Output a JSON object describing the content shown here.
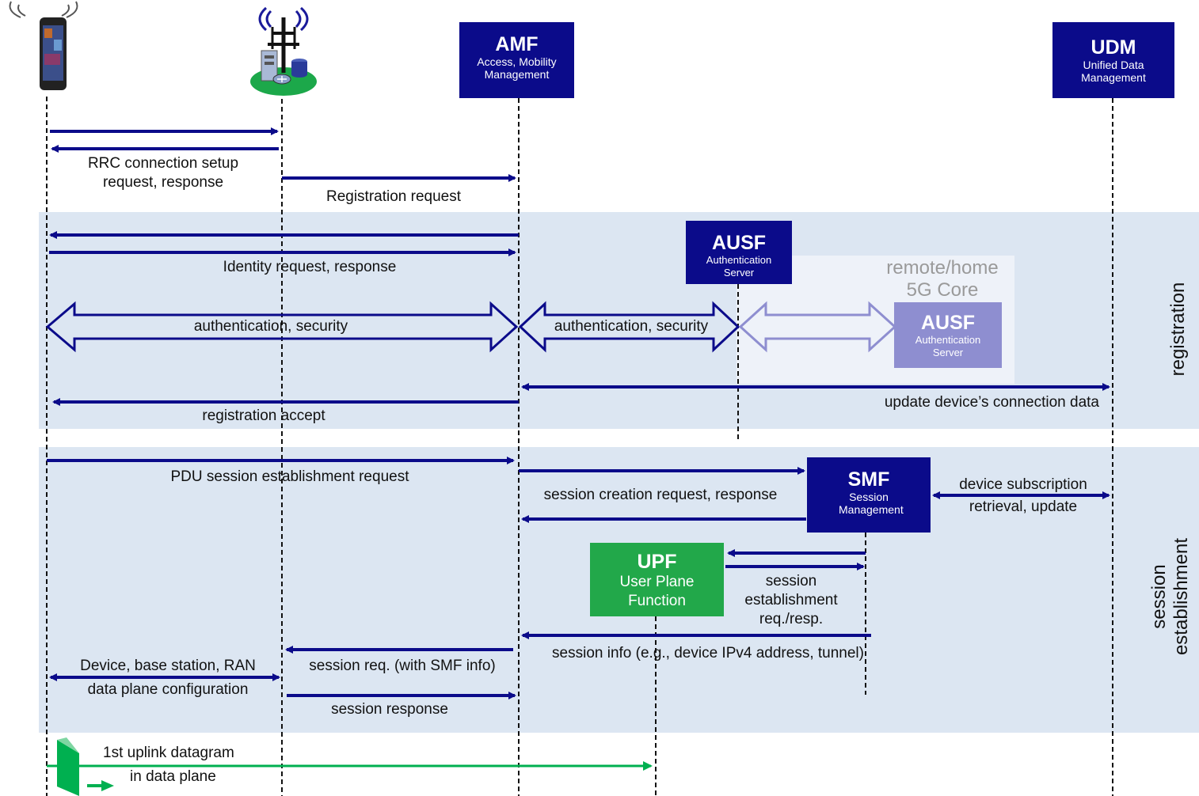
{
  "colors": {
    "navy": "#0b0b8a",
    "band": "#dce6f2",
    "ausf_remote": "#8e8ed0",
    "green": "#00b050",
    "upf_box": "#22a84a"
  },
  "icons": {
    "phone": "phone-icon",
    "base_station": "base-station-icon"
  },
  "boxes": {
    "amf": {
      "title": "AMF",
      "subtitle": "Access, Mobility Management"
    },
    "udm": {
      "title": "UDM",
      "subtitle": "Unified Data Management"
    },
    "ausf": {
      "title": "AUSF",
      "subtitle": "Authentication Server"
    },
    "ausf_remote": {
      "title": "AUSF",
      "subtitle": "Authentication Server"
    },
    "smf": {
      "title": "SMF",
      "subtitle": "Session Management"
    },
    "upf": {
      "title": "UPF",
      "subtitle": "User Plane Function"
    }
  },
  "remote_core": {
    "line1": "remote/home",
    "line2": "5G Core"
  },
  "phases": {
    "registration": "registration",
    "session_line1": "session",
    "session_line2": "establishment"
  },
  "messages": {
    "rrc_line1": "RRC connection setup",
    "rrc_line2": "request, response",
    "registration_request": "Registration request",
    "identity": "Identity  request, response",
    "auth_security_1": "authentication, security",
    "auth_security_2": "authentication, security",
    "update_connection": "update device’s connection data",
    "registration_accept": "registration  accept",
    "pdu_request": "PDU session establishment request",
    "session_creation": "session creation request, response",
    "subscription_line1": "device subscription",
    "subscription_line2": "retrieval, update",
    "upf_session_line1": "session",
    "upf_session_line2": "establishment",
    "upf_session_line3": "req./resp.",
    "session_info": "session info (e.g., device IPv4 address, tunnel)",
    "session_req_smf": "session req. (with SMF info)",
    "dp_config_line1": "Device, base station, RAN",
    "dp_config_line2": "data plane configuration",
    "session_response": "session response",
    "uplink_line1": "1st uplink datagram",
    "uplink_line2": "in data plane"
  }
}
